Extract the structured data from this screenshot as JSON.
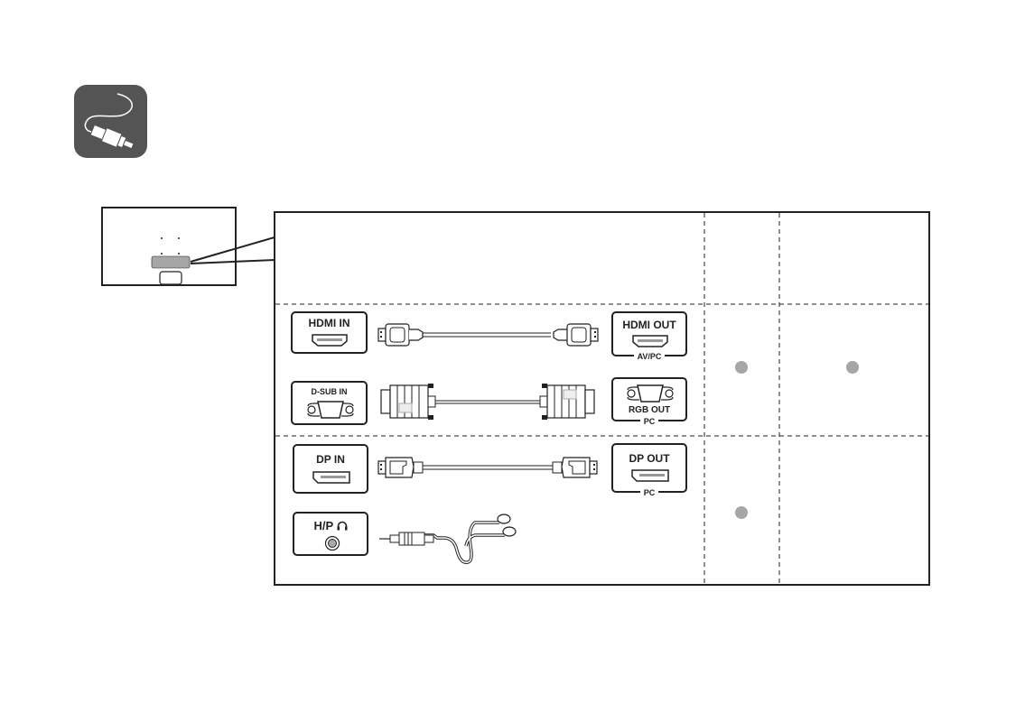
{
  "icon": {
    "name": "cable-connection-icon",
    "bg": "#545454"
  },
  "monitor": {
    "name": "monitor-rear-view"
  },
  "ports": {
    "hdmi_in": "HDMI IN",
    "hdmi_out": "HDMI OUT",
    "hdmi_out_sub": "AV/PC",
    "dsub_in": "D-SUB IN",
    "rgb_out": "RGB OUT",
    "rgb_out_sub": "PC",
    "dp_in": "DP IN",
    "dp_out": "DP OUT",
    "dp_out_sub": "PC",
    "hp": "H/P"
  },
  "colors": {
    "dot": "#a6a6a6",
    "line": "#222222"
  }
}
